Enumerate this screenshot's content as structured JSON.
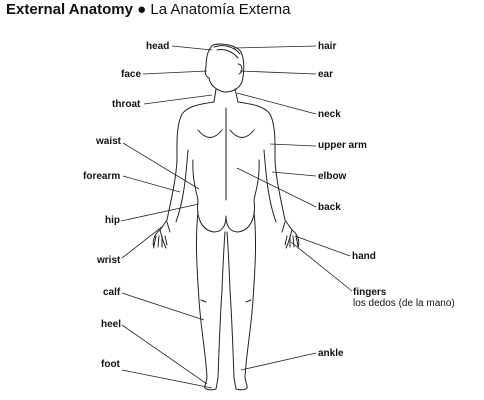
{
  "title": {
    "english": "External Anatomy",
    "separator": "●",
    "spanish": "La Anatomía Externa"
  },
  "labels": {
    "head": "head",
    "hair": "hair",
    "face": "face",
    "ear": "ear",
    "throat": "throat",
    "neck": "neck",
    "waist": "waist",
    "upper_arm": "upper arm",
    "forearm": "forearm",
    "elbow": "elbow",
    "back": "back",
    "hip": "hip",
    "hand": "hand",
    "wrist": "wrist",
    "fingers": "fingers",
    "fingers_spanish": "los dedos (de la mano)",
    "calf": "calf",
    "heel": "heel",
    "ankle": "ankle",
    "foot": "foot"
  }
}
